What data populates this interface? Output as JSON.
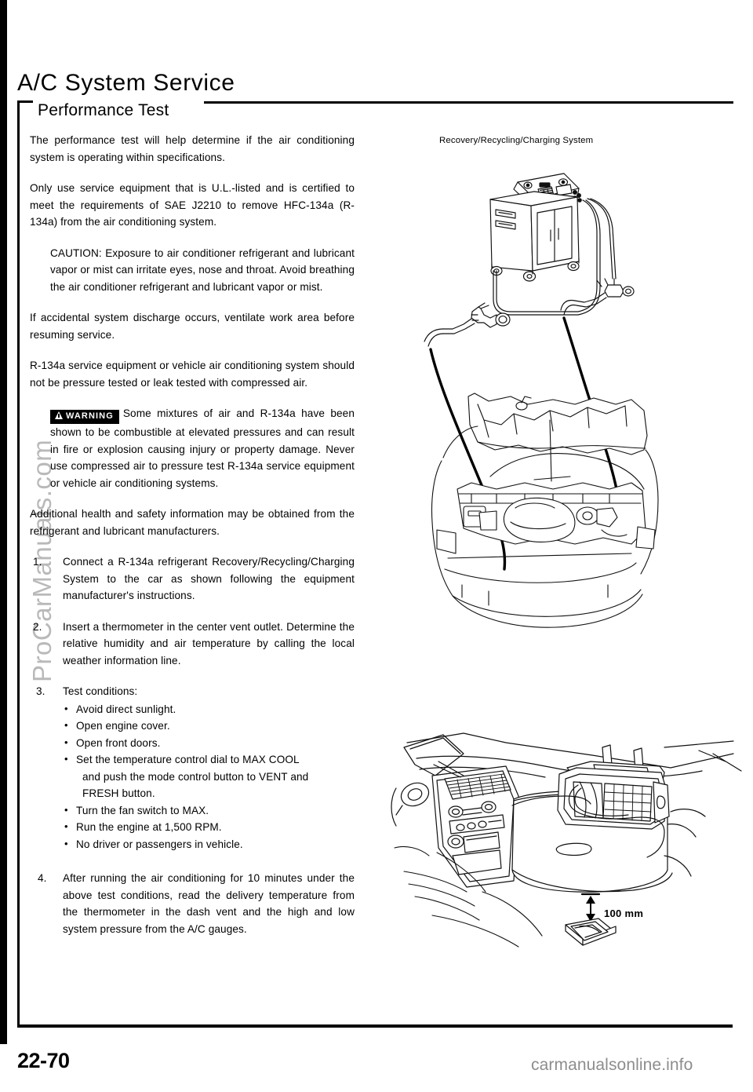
{
  "page": {
    "title": "A/C System Service",
    "section": "Performance Test",
    "number": "22-70",
    "credit": "carmanualsonline.info",
    "watermark": "ProCarManuals.com"
  },
  "body": {
    "paragraphs": [
      "The performance test will help determine if the air conditioning system is operating within specifications.",
      "Only use service equipment that is U.L.-listed and is certified to meet the requirements of SAE J2210 to remove HFC-134a (R-134a) from the air conditioning system.",
      "CAUTION: Exposure to air conditioner refrigerant and lubricant vapor or mist can irritate eyes, nose and throat. Avoid breathing the air conditioner refrigerant and lubricant vapor or mist.",
      "If accidental system discharge occurs, ventilate work area before resuming service.",
      "R-134a service equipment or vehicle air conditioning system should not be pressure tested or leak tested with compressed air.",
      "Additional health and safety information may be obtained from the refrigerant and lubricant manufacturers."
    ],
    "warning": {
      "badge_label": "WARNING",
      "text": "Some mixtures of air and R-134a have been shown to be combustible at elevated pressures and can result in fire or explosion causing injury or property damage. Never use compressed air to pressure test R-134a service equipment or vehicle air conditioning systems."
    }
  },
  "steps": [
    {
      "number": "1.",
      "text": "Connect a R-134a refrigerant Recovery/Recycling/Charging System to the car as shown following the equipment manufacturer's instructions."
    },
    {
      "number": "2.",
      "text": "Insert a thermometer in the center vent outlet. Determine the relative humidity and air temperature by calling the local weather information line."
    },
    {
      "number": "3.",
      "text": "Test conditions:",
      "bullets": [
        {
          "text": "Avoid direct sunlight."
        },
        {
          "text": "Open engine cover."
        },
        {
          "text": "Open front doors."
        },
        {
          "text": "Set the temperature control dial to MAX COOL",
          "cont": [
            "and push the mode control button to VENT and",
            "FRESH button."
          ]
        },
        {
          "text": "Turn the fan switch to MAX."
        },
        {
          "text": "Run the engine at 1,500 RPM."
        },
        {
          "text": "No driver or passengers in vehicle."
        }
      ]
    },
    {
      "number": "4.",
      "text": "After running the air conditioning for 10 minutes under the above test conditions, read the delivery temperature from the thermometer in the dash vent and the high and low system pressure from the A/C gauges."
    }
  ],
  "figures": {
    "top": {
      "caption": "Recovery/Recycling/Charging System",
      "name": "recovery-recycling-charging-system-illustration"
    },
    "bottom": {
      "dimension_label": "100 mm",
      "name": "dashboard-vent-thermometer-illustration"
    }
  }
}
